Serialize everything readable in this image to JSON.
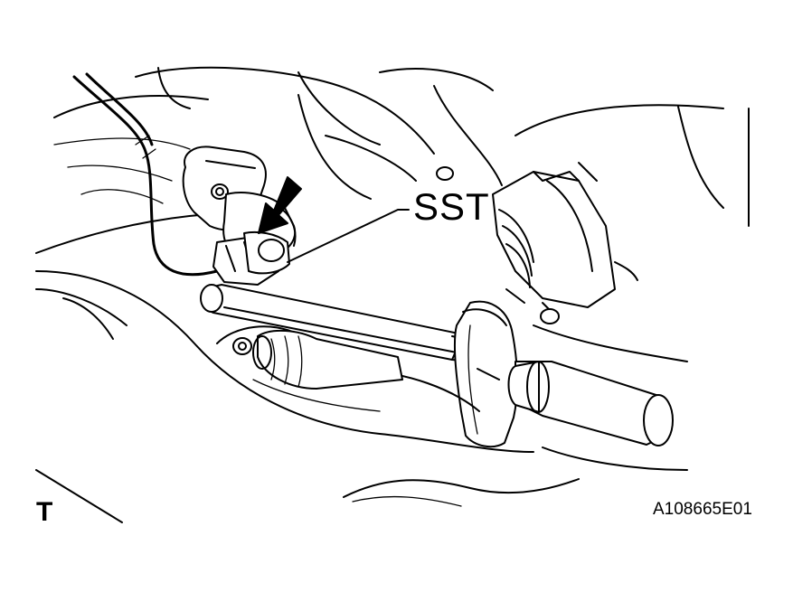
{
  "callout": {
    "label": "SST"
  },
  "corner_code": "T",
  "figure_id": "A108665E01",
  "icons": {
    "pointer": "arrow-down-left-icon"
  }
}
